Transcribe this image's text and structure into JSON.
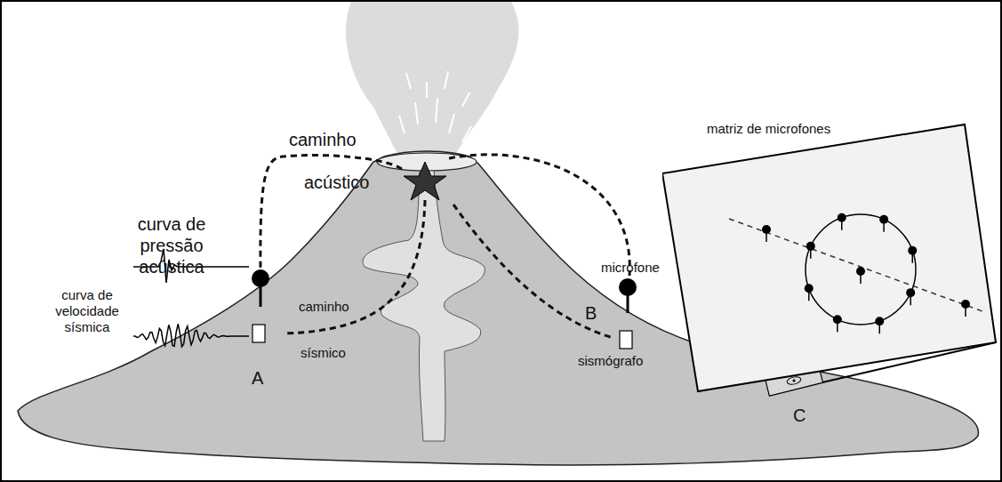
{
  "diagram": {
    "nodes": [
      {
        "text": [
          "matriz de microfones"
        ]
      }
    ],
    "labels": [
      "caminho",
      "acústico",
      "curva de pressão acústica",
      "microfone",
      "curva de velocidade sísmica",
      "caminho",
      "sísmico",
      "A",
      "B",
      "sismógrafo",
      "C"
    ]
  }
}
